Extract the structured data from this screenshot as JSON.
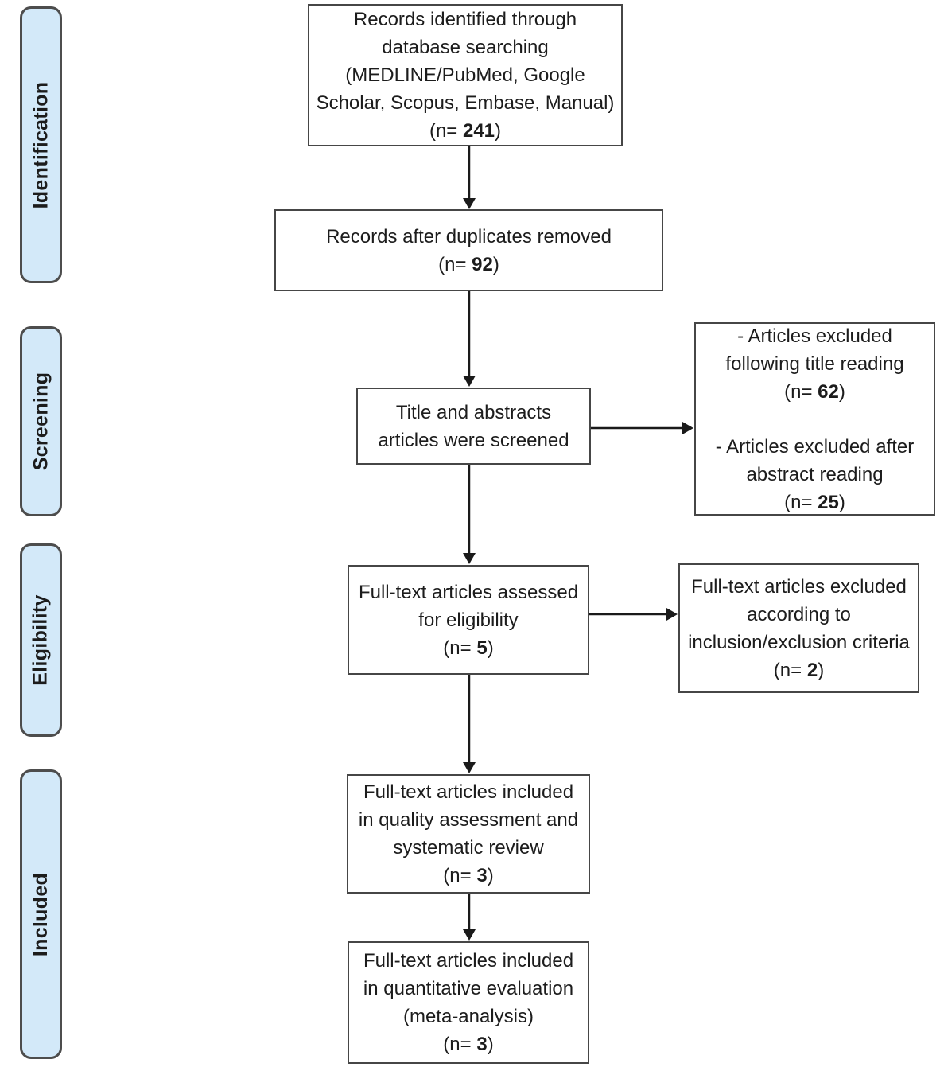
{
  "stages": {
    "identification": "Identification",
    "screening": "Screening",
    "eligibility": "Eligibility",
    "included": "Included"
  },
  "boxes": {
    "records_identified": {
      "line1": "Records identified through",
      "line2": "database searching",
      "line3": "(MEDLINE/PubMed, Google",
      "line4": "Scholar, Scopus, Embase, Manual)",
      "n_prefix": "(n= ",
      "n_value": "241",
      "n_suffix": ")"
    },
    "duplicates_removed": {
      "line1": "Records after duplicates removed",
      "n_prefix": "(n= ",
      "n_value": "92",
      "n_suffix": ")"
    },
    "title_abstract_screened": {
      "line1": "Title and abstracts",
      "line2": "articles were screened"
    },
    "screening_excluded": {
      "para1_line1": "- Articles excluded",
      "para1_line2": "following title reading",
      "para1_n_prefix": "(n= ",
      "para1_n_value": "62",
      "para1_n_suffix": ")",
      "para2_line1": "- Articles excluded after",
      "para2_line2": "abstract reading",
      "para2_n_prefix": "(n= ",
      "para2_n_value": "25",
      "para2_n_suffix": ")"
    },
    "fulltext_assessed": {
      "line1": "Full-text articles assessed",
      "line2": "for eligibility",
      "n_prefix": "(n= ",
      "n_value": "5",
      "n_suffix": ")"
    },
    "fulltext_excluded": {
      "line1": "Full-text articles excluded",
      "line2": "according to",
      "line3": "inclusion/exclusion criteria",
      "n_prefix": "(n= ",
      "n_value": "2",
      "n_suffix": ")"
    },
    "quality_assessment": {
      "line1": "Full-text articles included",
      "line2": "in quality assessment and",
      "line3": "systematic review",
      "n_prefix": "(n= ",
      "n_value": "3",
      "n_suffix": ")"
    },
    "meta_analysis": {
      "line1": "Full-text articles included",
      "line2": "in quantitative evaluation",
      "line3": "(meta-analysis)",
      "n_prefix": "(n= ",
      "n_value": "3",
      "n_suffix": ")"
    }
  },
  "colors": {
    "stage_fill": "#d3e9f9",
    "stage_border": "#4d4d4d",
    "box_border": "#464646",
    "text": "#1c1c1c",
    "arrow": "#1a1a1a"
  }
}
